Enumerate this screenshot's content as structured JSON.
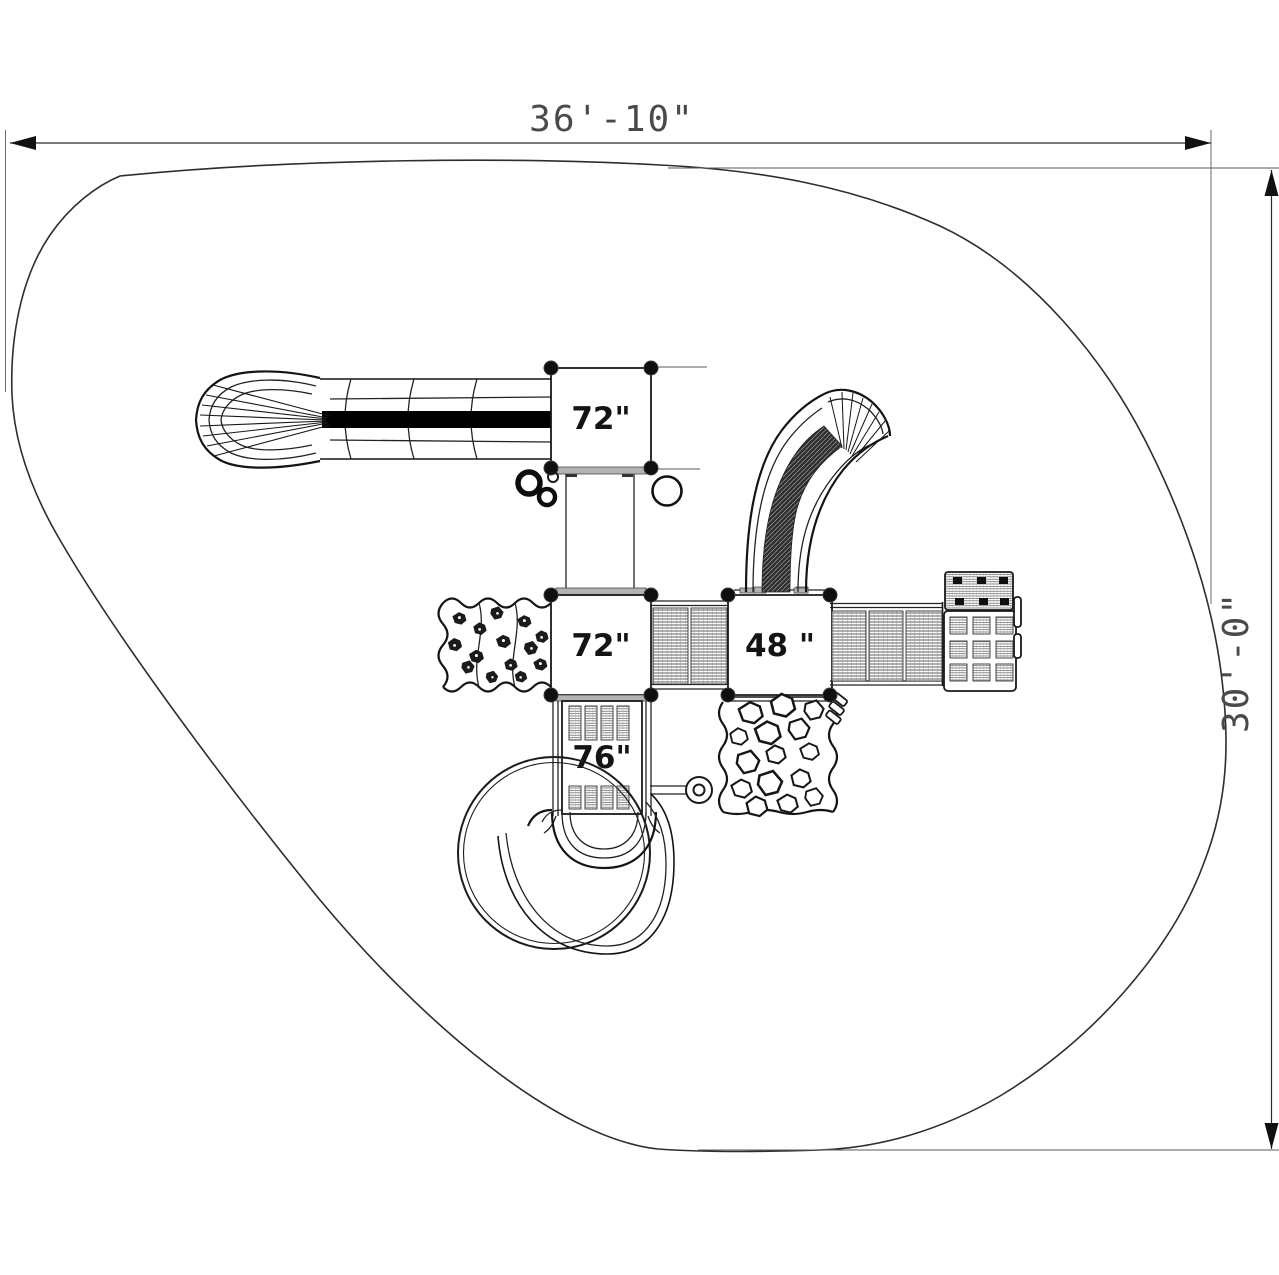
{
  "drawing": {
    "type": "playground-equipment-plan-view",
    "dimensions": {
      "width_label": "36'-10\"",
      "height_label": "30'-0\""
    },
    "platform_labels": {
      "upper_72": "72\"",
      "mid_72": "72\"",
      "deck_48": "48 \"",
      "ramp_76": "76\""
    },
    "colors": {
      "line": "#1f1f1f",
      "dim_text": "#4a4a4a",
      "deck_fill": "#b3b3b3",
      "background": "#ffffff"
    },
    "components": [
      "tube-slide",
      "upper-platform",
      "steering-wheel-toy",
      "porthole",
      "main-platform",
      "rock-wall",
      "bridge",
      "deck-48",
      "curved-slide",
      "activity-panels",
      "rock-climber",
      "ramp-76",
      "spinner-toy",
      "spiral-slide"
    ]
  }
}
